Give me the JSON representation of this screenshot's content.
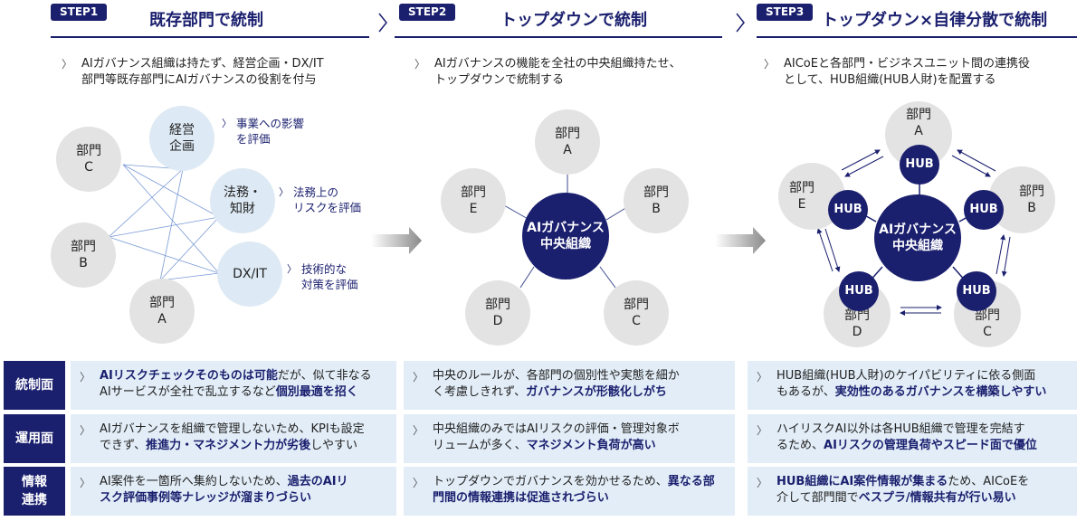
{
  "steps": [
    {
      "badge": "STEP1",
      "title": "既存部門で統制",
      "description": [
        "AIガバナンス組織は持たず、経営企画・DX/IT",
        "部門等既存部門にAIガバナンスの役割を付与"
      ],
      "departments": [
        {
          "line1": "部門",
          "line2": "C"
        },
        {
          "line1": "部門",
          "line2": "B"
        },
        {
          "line1": "部門",
          "line2": "A"
        }
      ],
      "functions": [
        {
          "line1": "経営",
          "line2": "企画",
          "note": [
            "事業への影響",
            "を評価"
          ]
        },
        {
          "line1": "法務・",
          "line2": "知財",
          "note": [
            "法務上の",
            "リスクを評価"
          ]
        },
        {
          "line1": "DX/IT",
          "line2": "",
          "note": [
            "技術的な",
            "対策を評価"
          ]
        }
      ]
    },
    {
      "badge": "STEP2",
      "title": "トップダウンで統制",
      "description": [
        "AIガバナンスの機能を全社の中央組織持たせ、",
        "トップダウンで統制する"
      ],
      "center": {
        "line1": "AIガバナンス",
        "line2": "中央組織"
      },
      "departments": [
        {
          "line1": "部門",
          "line2": "A"
        },
        {
          "line1": "部門",
          "line2": "B"
        },
        {
          "line1": "部門",
          "line2": "C"
        },
        {
          "line1": "部門",
          "line2": "D"
        },
        {
          "line1": "部門",
          "line2": "E"
        }
      ]
    },
    {
      "badge": "STEP3",
      "title": "トップダウン×自律分散で統制",
      "description": [
        "AICoEと各部門・ビジネスユニット間の連携役",
        "として、HUB組織(HUB人財)を配置する"
      ],
      "center": {
        "line1": "AIガバナンス",
        "line2": "中央組織"
      },
      "hub_label": "HUB",
      "departments": [
        {
          "line1": "部門",
          "line2": "A"
        },
        {
          "line1": "部門",
          "line2": "B"
        },
        {
          "line1": "部門",
          "line2": "C"
        },
        {
          "line1": "部門",
          "line2": "D"
        },
        {
          "line1": "部門",
          "line2": "E"
        }
      ]
    }
  ],
  "comparison": {
    "rows": [
      {
        "label": [
          "統制面"
        ],
        "cells": [
          [
            {
              "t": "AIリスクチェックそのものは可能",
              "b": true
            },
            {
              "t": "だが、似て非なる",
              "b": false
            },
            {
              "br": true
            },
            {
              "t": "AIサービスが全社で乱立するなど",
              "b": false
            },
            {
              "t": "個別最適を招く",
              "b": true
            }
          ],
          [
            {
              "t": "中央のルールが、各部門の個別性や実態を細か",
              "b": false
            },
            {
              "br": true
            },
            {
              "t": "く考慮しきれず、",
              "b": false
            },
            {
              "t": "ガバナンスが形骸化しがち",
              "b": true
            }
          ],
          [
            {
              "t": "HUB組織(HUB人財)のケイパビリティに依る側面",
              "b": false
            },
            {
              "br": true
            },
            {
              "t": "もあるが、",
              "b": false
            },
            {
              "t": "実効性のあるガバナンスを構築しやすい",
              "b": true
            }
          ]
        ]
      },
      {
        "label": [
          "運用面"
        ],
        "cells": [
          [
            {
              "t": "AIガバナンスを組織で管理しないため、KPIも設定",
              "b": false
            },
            {
              "br": true
            },
            {
              "t": "できず、",
              "b": false
            },
            {
              "t": "推進力・マネジメント力が劣後",
              "b": true
            },
            {
              "t": "しやすい",
              "b": false
            }
          ],
          [
            {
              "t": "中央組織のみではAIリスクの評価・管理対象ボ",
              "b": false
            },
            {
              "br": true
            },
            {
              "t": "リュームが多く、",
              "b": false
            },
            {
              "t": "マネジメント負荷が高い",
              "b": true
            }
          ],
          [
            {
              "t": "ハイリスクAI以外は各HUB組織で管理を完結す",
              "b": false
            },
            {
              "br": true
            },
            {
              "t": "るため、",
              "b": false
            },
            {
              "t": "AIリスクの管理負荷やスピード面で優位",
              "b": true
            }
          ]
        ]
      },
      {
        "label": [
          "情報",
          "連携"
        ],
        "cells": [
          [
            {
              "t": "AI案件を一箇所へ集約しないため、",
              "b": false
            },
            {
              "t": "過去のAIリ",
              "b": true
            },
            {
              "br": true
            },
            {
              "t": "スク評価事例等ナレッジが溜まりづらい",
              "b": true
            }
          ],
          [
            {
              "t": "トップダウンでガバナンスを効かせるため、",
              "b": false
            },
            {
              "t": "異なる部",
              "b": true
            },
            {
              "br": true
            },
            {
              "t": "門間の情報連携は促進されづらい",
              "b": true
            }
          ],
          [
            {
              "t": "HUB組織にAI案件情報が集まる",
              "b": true
            },
            {
              "t": "ため、AICoEを",
              "b": false
            },
            {
              "br": true
            },
            {
              "t": "介して部門間で",
              "b": false
            },
            {
              "t": "ベスプラ/情報共有が行い易い",
              "b": true
            }
          ]
        ]
      }
    ]
  },
  "icons": {
    "bullet": "〉",
    "step_separator": "chevron-right",
    "transition_arrow": "arrow-right"
  },
  "colors": {
    "navy": "#1a1f6e",
    "light_blue": "#dde9f4",
    "grey": "#e3e3e3",
    "cell_bg": "#e2edf7",
    "connector": "#7b9bd6"
  }
}
